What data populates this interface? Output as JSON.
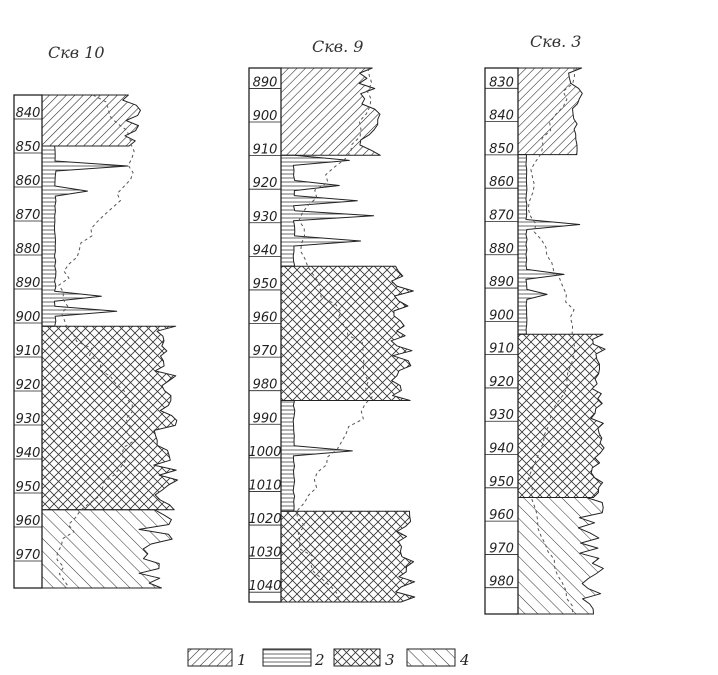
{
  "wells": [
    {
      "title": "Скв 10",
      "depth_start": 835,
      "depth_end": 980,
      "labels": [
        840,
        850,
        860,
        870,
        880,
        890,
        900,
        910,
        920,
        930,
        940,
        950,
        960,
        970
      ],
      "intervals": [
        {
          "from": 835,
          "to": 850,
          "type": 1
        },
        {
          "from": 850,
          "to": 903,
          "type": 2
        },
        {
          "from": 903,
          "to": 957,
          "type": 3
        },
        {
          "from": 957,
          "to": 980,
          "type": 4
        }
      ]
    },
    {
      "title": "Скв. 9",
      "depth_start": 886,
      "depth_end": 1045,
      "labels": [
        890,
        900,
        910,
        920,
        930,
        940,
        950,
        960,
        970,
        980,
        990,
        1000,
        1010,
        1020,
        1030,
        1040
      ],
      "intervals": [
        {
          "from": 886,
          "to": 912,
          "type": 1
        },
        {
          "from": 912,
          "to": 945,
          "type": 2
        },
        {
          "from": 945,
          "to": 985,
          "type": 3
        },
        {
          "from": 985,
          "to": 1018,
          "type": 2
        },
        {
          "from": 1018,
          "to": 1045,
          "type": 3
        }
      ]
    },
    {
      "title": "Скв. 3",
      "depth_start": 826,
      "depth_end": 990,
      "labels": [
        830,
        840,
        850,
        860,
        870,
        880,
        890,
        900,
        910,
        920,
        930,
        940,
        950,
        960,
        970,
        980
      ],
      "intervals": [
        {
          "from": 826,
          "to": 852,
          "type": 1
        },
        {
          "from": 852,
          "to": 906,
          "type": 2
        },
        {
          "from": 906,
          "to": 955,
          "type": 3
        },
        {
          "from": 955,
          "to": 990,
          "type": 4
        }
      ]
    }
  ],
  "legend": [
    {
      "number": "1",
      "pattern": "diag-dense"
    },
    {
      "number": "2",
      "pattern": "horizontal-lines"
    },
    {
      "number": "3",
      "pattern": "crosshatch"
    },
    {
      "number": "4",
      "pattern": "diag-sparse"
    }
  ],
  "colors": {
    "ink": "#222222",
    "paper": "#ffffff"
  }
}
